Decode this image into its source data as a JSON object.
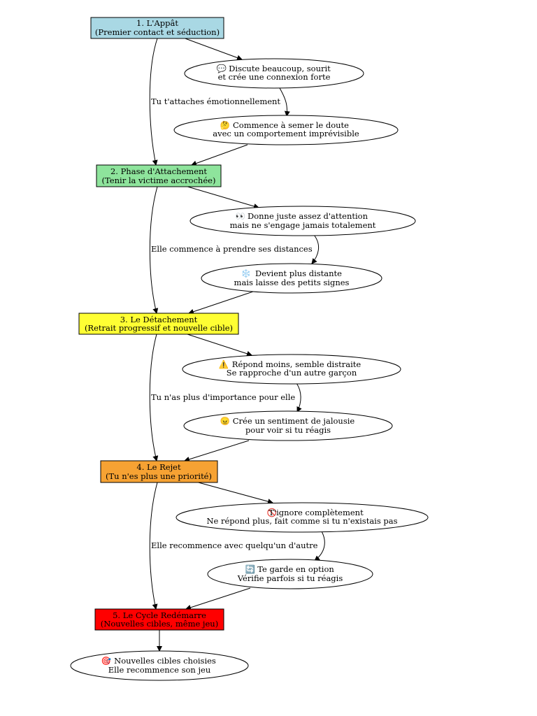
{
  "colors": {
    "stage_1": "#a9d8e4",
    "stage_2": "#8ee49c",
    "stage_3": "#ffff33",
    "stage_4": "#f6a233",
    "stage_5": "#ff0000",
    "ellipse_fill": "#ffffff",
    "line": "#000000"
  },
  "stages": [
    {
      "line1": "1. L'Appât",
      "line2": "(Premier contact et séduction)"
    },
    {
      "line1": "2. Phase d'Attachement",
      "line2": "(Tenir la victime accrochée)"
    },
    {
      "line1": "3. Le Détachement",
      "line2": "(Retrait progressif et nouvelle cible)"
    },
    {
      "line1": "4. Le Rejet",
      "line2": "(Tu n'es plus une priorité)"
    },
    {
      "line1": "5. Le Cycle Redémarre",
      "line2": "(Nouvelles cibles, même jeu)"
    }
  ],
  "notes": [
    {
      "icon": "speech-bubble-icon",
      "emoji": "💬",
      "line1": "Discute beaucoup, sourit",
      "line2": "et crée une connexion forte"
    },
    {
      "icon": "thinking-face-icon",
      "emoji": "🤔",
      "line1": "Commence à semer le doute",
      "line2": "avec un comportement imprévisible"
    },
    {
      "icon": "eyes-icon",
      "emoji": "👀",
      "line1": "Donne juste assez d'attention",
      "line2": "mais ne s'engage jamais totalement"
    },
    {
      "icon": "snowflake-icon",
      "emoji": "❄️",
      "line1": "Devient plus distante",
      "line2": "mais laisse des petits signes"
    },
    {
      "icon": "warning-icon",
      "emoji": "⚠️",
      "line1": "Répond moins, semble distraite",
      "line2": "Se rapproche d'un autre garçon"
    },
    {
      "icon": "angry-face-icon",
      "emoji": "😠",
      "line1": "Crée un sentiment de jalousie",
      "line2": "pour voir si tu réagis"
    },
    {
      "icon": "prohibited-icon",
      "emoji": "🚫",
      "line1": "T'ignore complètement",
      "line2": "Ne répond plus, fait comme si tu n'existais pas"
    },
    {
      "icon": "cycle-arrows-icon",
      "emoji": "🔄",
      "line1": "Te garde en option",
      "line2": "Vérifie parfois si tu réagis"
    },
    {
      "icon": "target-icon",
      "emoji": "🎯",
      "line1": "Nouvelles cibles choisies",
      "line2": "Elle recommence son jeu"
    }
  ],
  "edge_labels": [
    "Tu t'attaches émotionnellement",
    "Elle commence à prendre ses distances",
    "Tu n'as plus d'importance pour elle",
    "Elle recommence avec quelqu'un d'autre"
  ]
}
